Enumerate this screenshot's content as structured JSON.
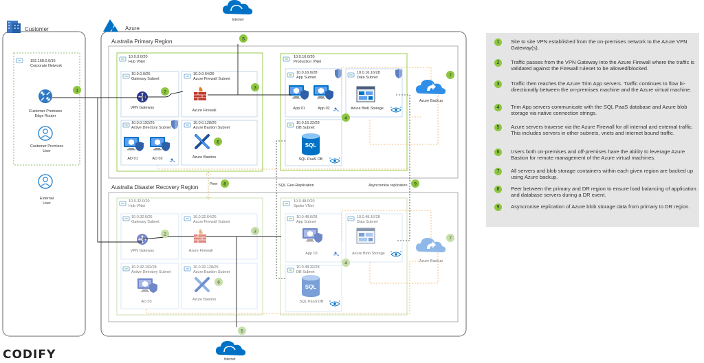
{
  "customer": {
    "title": "Customer",
    "corp_cidr": "192.168.0.0/16",
    "corp_name": "Corporate Network",
    "edge_router": [
      "Customer Premises",
      "Edge Router"
    ],
    "premises_user": [
      "Customer Premises",
      "User"
    ],
    "external_user": [
      "External",
      "User"
    ]
  },
  "azure": {
    "title": "Azure",
    "internet_top": "Internet",
    "internet_bottom": "Internet"
  },
  "primary": {
    "title": "Australia Primary Region",
    "hub_cidr": "10.0.0.0/20",
    "hub_name": "Hub VNet",
    "gw_subnet_cidr": "10.0.0.0/26",
    "gw_subnet_name": "Gateway Subnet",
    "vpn_gateway": "VPN Gateway",
    "fw_subnet_cidr": "10.0.0.64/26",
    "fw_subnet_name": "Azure Firewall Subnet",
    "firewall": "Azure Firewall",
    "ad_subnet_cidr": "10.0.0.192/26",
    "ad_subnet_name": "Active Directory Subnet",
    "ad01": "AD 01",
    "ad02": "AD 02",
    "bastion_subnet_cidr": "10.0.0.128/26",
    "bastion_subnet_name": "Azure Bastion Subnet",
    "bastion": "Azure Bastion",
    "prod_cidr": "10.0.16.0/20",
    "prod_name": "Production VNet",
    "app_subnet_cidr": "10.0.16.0/28",
    "app_subnet_name": "App Subnet",
    "app01": "App 01",
    "app02": "App 02",
    "data_subnet_cidr": "10.0.16.16/28",
    "data_subnet_name": "Data Subnet",
    "blob": "Azure Blob Storage",
    "db_subnet_cidr": "10.0.16.32/28",
    "db_subnet_name": "DB Subnet",
    "sql": "SQL PaaS DB",
    "backup": "Azure Backup"
  },
  "dr": {
    "title": "Australia Disaster Recovery Region",
    "hub_cidr": "10.0.32.0/20",
    "hub_name": "Hub VNet",
    "gw_subnet_cidr": "10.0.32.0/26",
    "gw_subnet_name": "Gateway Subnet",
    "vpn_gateway": "VPN Gateway",
    "fw_subnet_cidr": "10.0.32.64/26",
    "fw_subnet_name": "Azure Firewall Subnet",
    "firewall": "Azure Firewall",
    "ad_subnet_cidr": "10.0.32.192/28",
    "ad_subnet_name": "Active Directory Subnet",
    "ad03": "AD 03",
    "bastion_subnet_cidr": "10.0.32.128/26",
    "bastion_subnet_name": "Azure Bastion Subnet",
    "bastion": "Azure Bastion",
    "spoke_cidr": "10.0.48.0/20",
    "spoke_name": "Spoke VNet",
    "app_subnet_cidr": "10.0.48.0/28",
    "app_subnet_name": "App Subnet",
    "app03": "App 03",
    "data_subnet_cidr": "10.0.48.16/28",
    "data_subnet_name": "Data Subnet",
    "blob": "Azure Blob Storage",
    "db_subnet_cidr": "10.0.48.32/28",
    "db_subnet_name": "DB Subnet",
    "sql": "SQL PaaS DB",
    "backup": "Azure Backup"
  },
  "links": {
    "peer": "Peer",
    "sql_geo": "SQL Geo-Replication",
    "async": "Asyncronise replication"
  },
  "markers": {
    "m1": "1",
    "m2": "2",
    "m3": "3",
    "m4": "4",
    "m5": "5",
    "m6": "6",
    "m7": "7",
    "m8": "8",
    "m9": "9"
  },
  "legend": [
    {
      "num": "1",
      "text": "Site to site VPN established from the on-premises network to the Azure VPN Gateway(s)."
    },
    {
      "num": "2",
      "text": "Traffic passes from the VPN Gateway into the Azure Firewall where the traffic is validated against the Firewall ruleset to be allowed/blocked."
    },
    {
      "num": "3",
      "text": "Traffic then reaches the Azure Trim App servers. Traffic continues to flow bi-directionally between the on-premises machine and the Azure virtual machine."
    },
    {
      "num": "4",
      "text": "Trim App servers communicate with the SQL PaaS database and Azure blob storage via native connection strings."
    },
    {
      "num": "5",
      "text": "Azure servers traverse via the Azure Firewall for all internal and external traffic. This includes servers in other subnets, vnets and internet bound traffic."
    },
    {
      "num": "6",
      "text": "Users both on-premises and off-premises have the ability to leverage Azure Bastion for remote management of the Azure virtual machines."
    },
    {
      "num": "7",
      "text": "All servers and blob storage containers within each given region are backed up using Azure backup."
    },
    {
      "num": "8",
      "text": "Peer between the primary and DR region to ensure load balancing of application and database servers during a DR event."
    },
    {
      "num": "9",
      "text": "Asyncronise replication of Azure blob storage data from primary to DR region."
    }
  ],
  "logo": "CODIFY",
  "colors": {
    "accent_green": "#8dc63f",
    "azure_blue": "#0072c6",
    "vnet_green": "#8dc63f"
  }
}
